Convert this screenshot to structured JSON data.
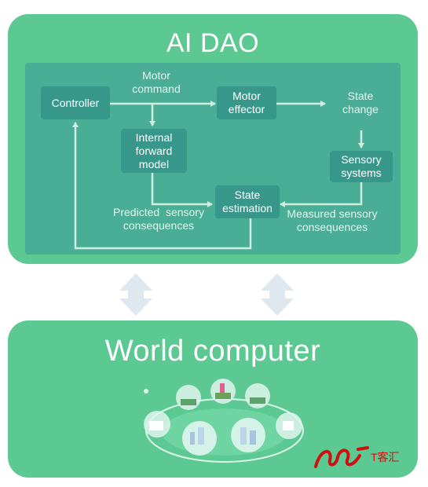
{
  "top_panel": {
    "title": "AI DAO",
    "color": "#5cc892",
    "flow": {
      "controller": "Controller",
      "motor_command": [
        "Motor",
        "command"
      ],
      "motor_effector": [
        "Motor",
        "effector"
      ],
      "state_change": [
        "State",
        "change"
      ],
      "internal_forward_model": [
        "Internal",
        "forward",
        "model"
      ],
      "sensory_systems": [
        "Sensory",
        "systems"
      ],
      "state_estimation": [
        "State",
        "estimation"
      ],
      "predicted_sensory_consequences": [
        "Predicted  sensory",
        "consequences"
      ],
      "measured_sensory_consequences": [
        "Measured sensory",
        "consequences"
      ]
    }
  },
  "bottom_panel": {
    "title": "World computer"
  },
  "connector_icons": [
    "double-arrow-icon",
    "double-arrow-icon"
  ],
  "watermark": {
    "text": "T客汇",
    "color": "#d01010"
  }
}
